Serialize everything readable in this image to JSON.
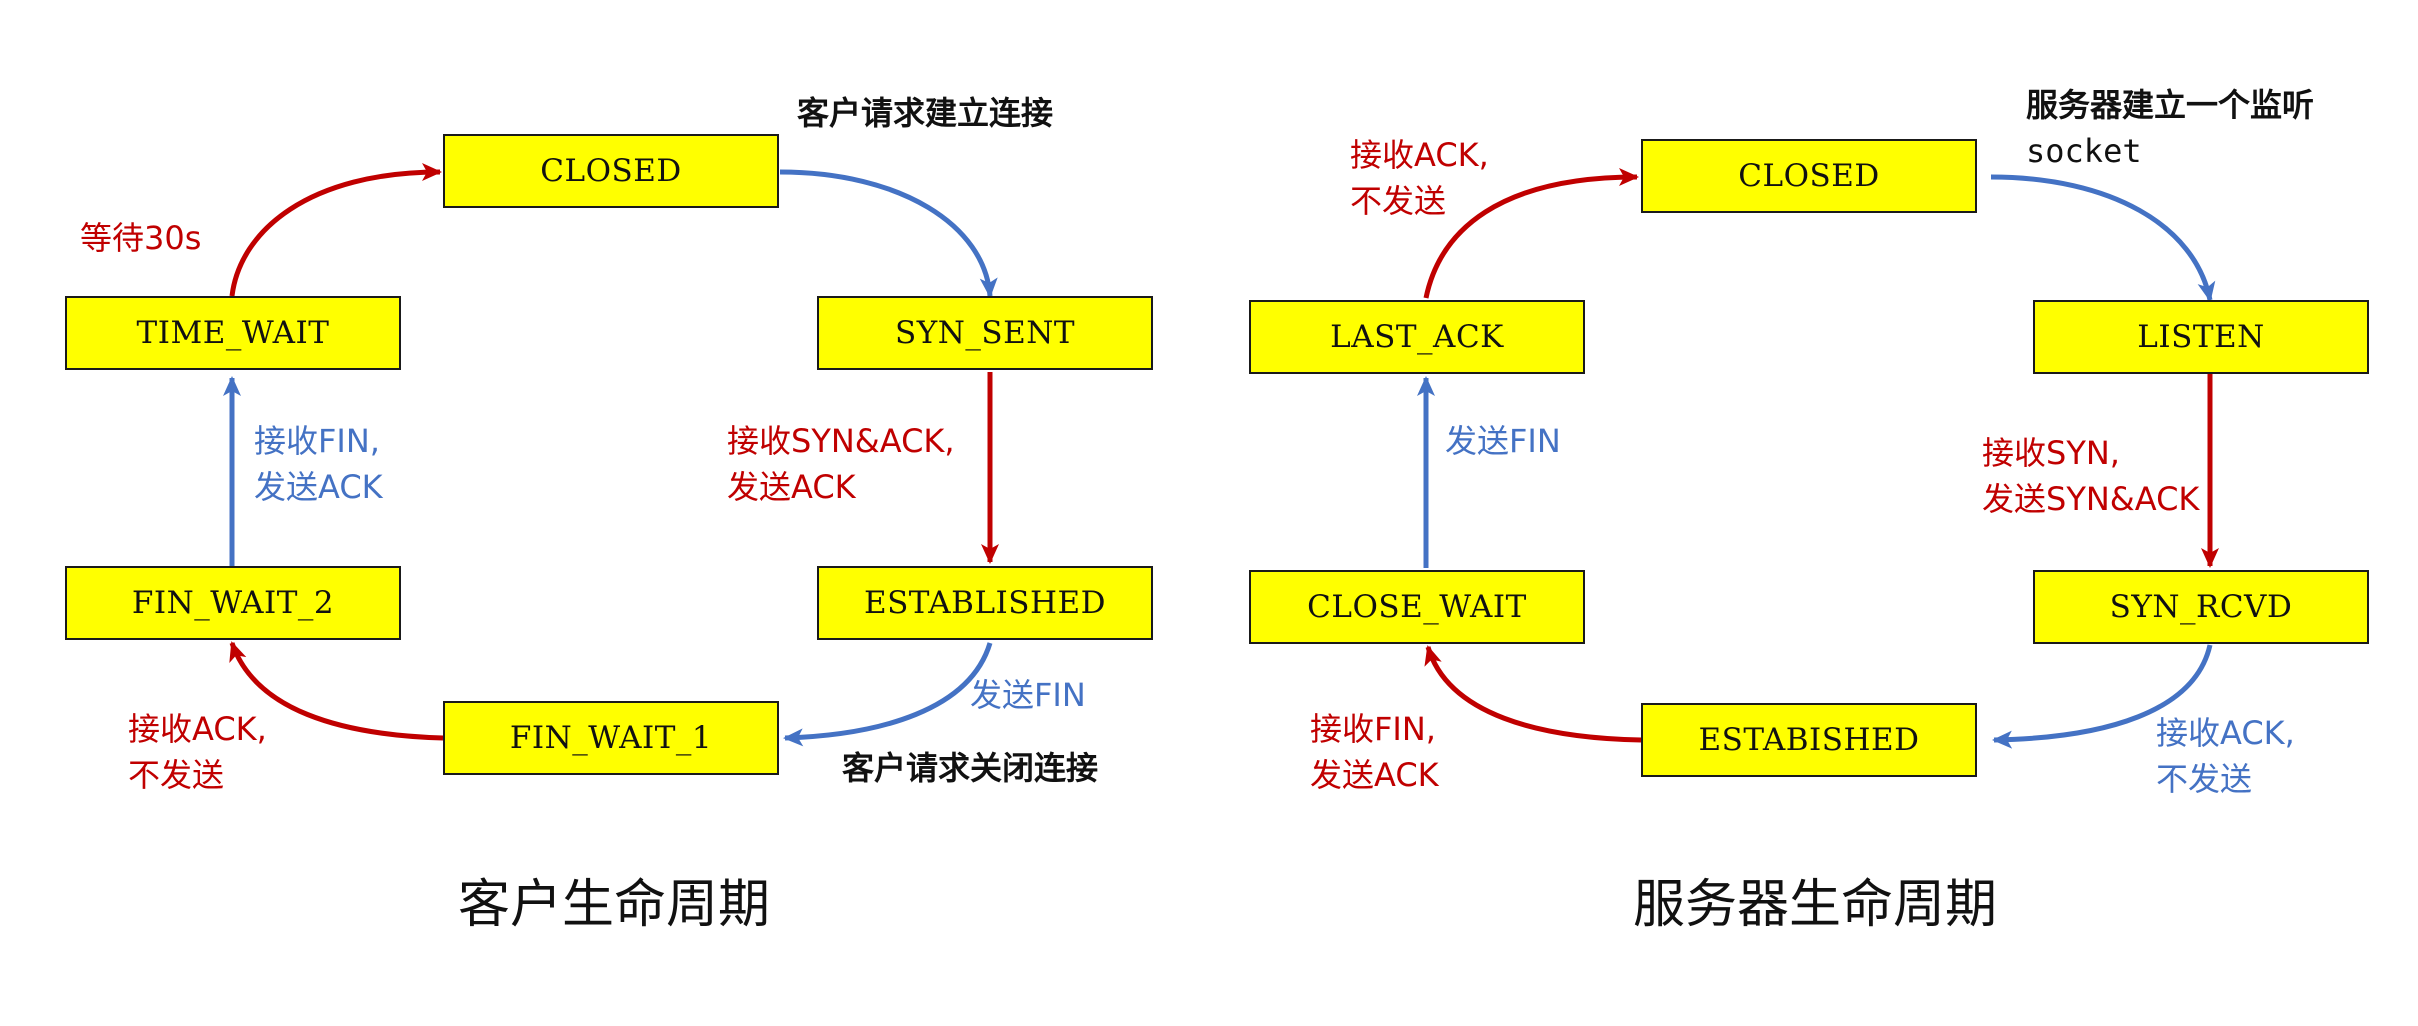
{
  "colors": {
    "state_fill": "#ffff00",
    "red_transition": "#c00000",
    "blue_transition": "#4472c4",
    "text": "#111111"
  },
  "client": {
    "caption": "客户生命周期",
    "states": {
      "closed": "CLOSED",
      "syn_sent": "SYN_SENT",
      "established": "ESTABLISHED",
      "fin_wait_1": "FIN_WAIT_1",
      "fin_wait_2": "FIN_WAIT_2",
      "time_wait": "TIME_WAIT"
    },
    "notes": {
      "open_request": "客户请求建立连接",
      "close_request": "客户请求关闭连接"
    },
    "transitions": {
      "syn_sent_to_established": "接收SYN&ACK,\n发送ACK",
      "established_to_fin_wait_1": "发送FIN",
      "fin_wait_1_to_fin_wait_2": "接收ACK,\n不发送",
      "fin_wait_2_to_time_wait": "接收FIN,\n发送ACK",
      "time_wait_to_closed": "等待30s"
    }
  },
  "server": {
    "caption": "服务器生命周期",
    "states": {
      "closed": "CLOSED",
      "listen": "LISTEN",
      "syn_rcvd": "SYN_RCVD",
      "established": "ESTABISHED",
      "close_wait": "CLOSE_WAIT",
      "last_ack": "LAST_ACK"
    },
    "notes": {
      "socket_line1": "服务器建立一个监听",
      "socket_line2": "socket"
    },
    "transitions": {
      "listen_to_syn_rcvd": "接收SYN,\n发送SYN&ACK",
      "syn_rcvd_to_established": "接收ACK,\n不发送",
      "established_to_close_wait": "接收FIN,\n发送ACK",
      "close_wait_to_last_ack": "发送FIN",
      "last_ack_to_closed": "接收ACK,\n不发送"
    }
  }
}
